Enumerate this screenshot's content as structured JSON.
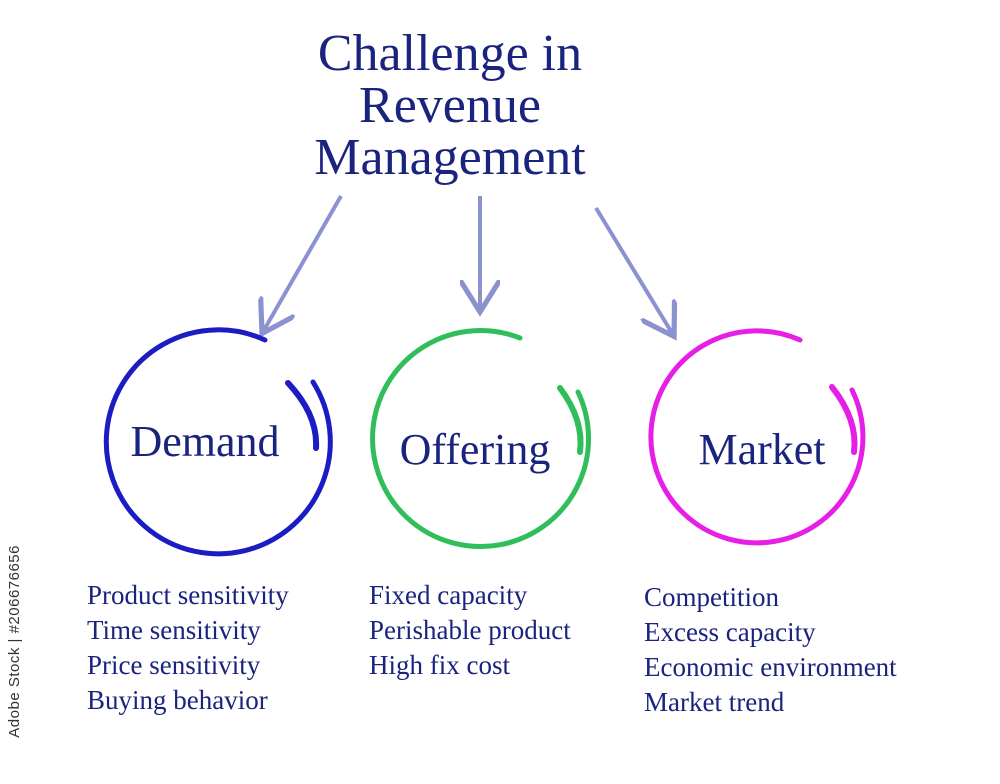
{
  "title": {
    "lines": [
      "Challenge in",
      "Revenue",
      "Management"
    ]
  },
  "colors": {
    "text": "#1a237e",
    "arrow": "#8c92d0",
    "demand": "#1c1cc4",
    "offering": "#2fbe5a",
    "market": "#e61ee6"
  },
  "nodes": [
    {
      "label": "Demand",
      "items": [
        "Product sensitivity",
        "Time sensitivity",
        "Price sensitivity",
        "Buying behavior"
      ]
    },
    {
      "label": "Offering",
      "items": [
        "Fixed capacity",
        "Perishable product",
        "High fix cost"
      ]
    },
    {
      "label": "Market",
      "items": [
        "Competition",
        "Excess capacity",
        "Economic environment",
        "Market trend"
      ]
    }
  ],
  "watermark": "Adobe Stock | #206676656"
}
